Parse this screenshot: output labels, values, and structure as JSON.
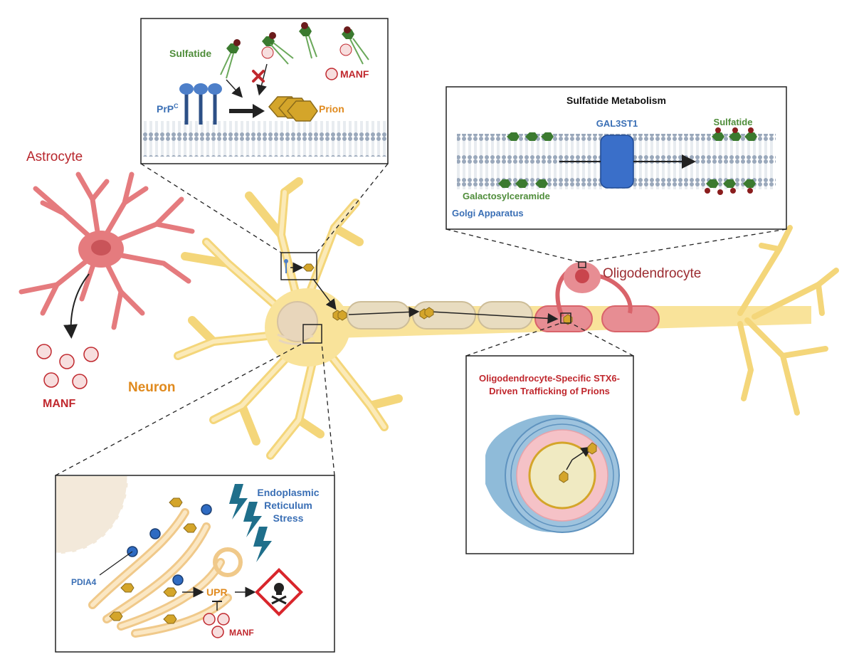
{
  "labels": {
    "astrocyte": "Astrocyte",
    "manf_astro": "MANF",
    "neuron": "Neuron",
    "oligodendrocyte": "Oligodendrocyte"
  },
  "prion_box": {
    "sulfatide": "Sulfatide",
    "prpc": "PrP",
    "prpc_sup": "C",
    "prion": "Prion",
    "manf": "MANF"
  },
  "metabolism_box": {
    "title": "Sulfatide Metabolism",
    "enzyme": "GAL3ST1",
    "product": "Sulfatide",
    "substrate": "Galactosylceramide",
    "compartment": "Golgi Apparatus"
  },
  "oligo_box": {
    "title_line1": "Oligodendrocyte-Specific STX6-",
    "title_line2": "Driven Trafficking of Prions"
  },
  "er_box": {
    "stress_line1": "Endoplasmic",
    "stress_line2": "Reticulum",
    "stress_line3": "Stress",
    "pdia4": "PDIA4",
    "upr": "UPR",
    "manf": "MANF"
  },
  "colors": {
    "neuron": "#f9e39a",
    "astrocyte": "#e57b7e",
    "oligo": "#d9636a",
    "prion": "#d4a52a",
    "sulfatide": "#3b7a2f",
    "prpc": "#4d7fc9",
    "dark_red_text": "#c0282e",
    "orange_text": "#e08a1e",
    "blue_text": "#3a6fb5",
    "green_text": "#4f8d3a",
    "er_bolt": "#1f6f8b"
  }
}
